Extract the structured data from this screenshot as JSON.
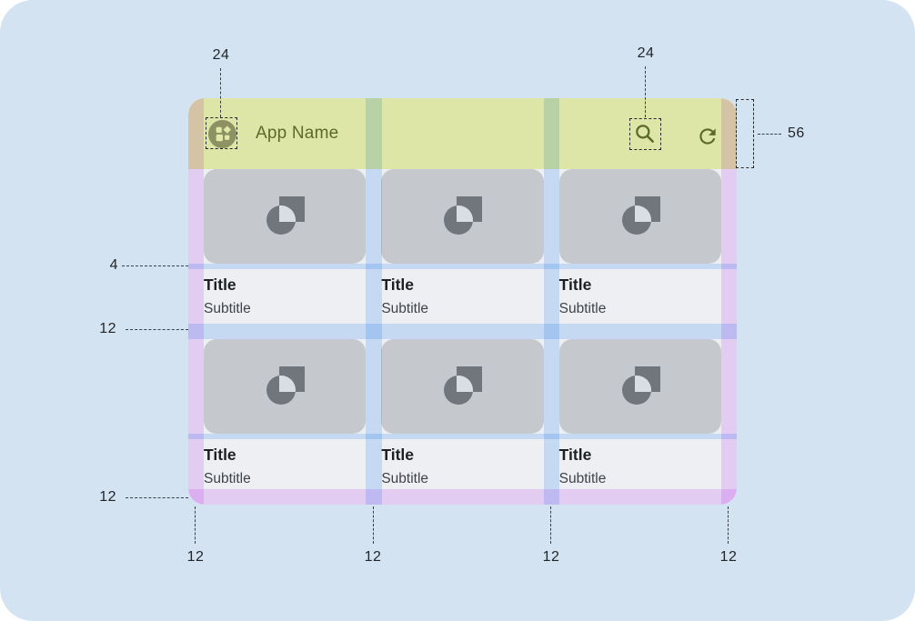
{
  "app_bar": {
    "title": "App Name",
    "leading_icon": "app-logo-icon",
    "trailing_icons": [
      "search-icon",
      "refresh-icon"
    ]
  },
  "cards": [
    {
      "title": "Title",
      "subtitle": "Subtitle",
      "media_icon": "image-placeholder-icon"
    },
    {
      "title": "Title",
      "subtitle": "Subtitle",
      "media_icon": "image-placeholder-icon"
    },
    {
      "title": "Title",
      "subtitle": "Subtitle",
      "media_icon": "image-placeholder-icon"
    },
    {
      "title": "Title",
      "subtitle": "Subtitle",
      "media_icon": "image-placeholder-icon"
    },
    {
      "title": "Title",
      "subtitle": "Subtitle",
      "media_icon": "image-placeholder-icon"
    },
    {
      "title": "Title",
      "subtitle": "Subtitle",
      "media_icon": "image-placeholder-icon"
    }
  ],
  "annotations": {
    "leading_icon_size": "24",
    "trailing_icon_size": "24",
    "app_bar_height": "56",
    "media_text_gap": "4",
    "row_gap": "12",
    "bottom_margin": "12",
    "bottom_column_labels": [
      "12",
      "12",
      "12",
      "12"
    ]
  },
  "colors": {
    "canvas_bg": "#d4e3f1",
    "app_bar_tint": "#dde7a6",
    "margin_tint": "#e4ccf2",
    "gutter_tint": "#c6d9f2",
    "surface": "#edeff3",
    "card_media_bg": "#c5c8cc",
    "glyph_gray": "#70767c",
    "accent_olive": "#5b6a2c"
  }
}
